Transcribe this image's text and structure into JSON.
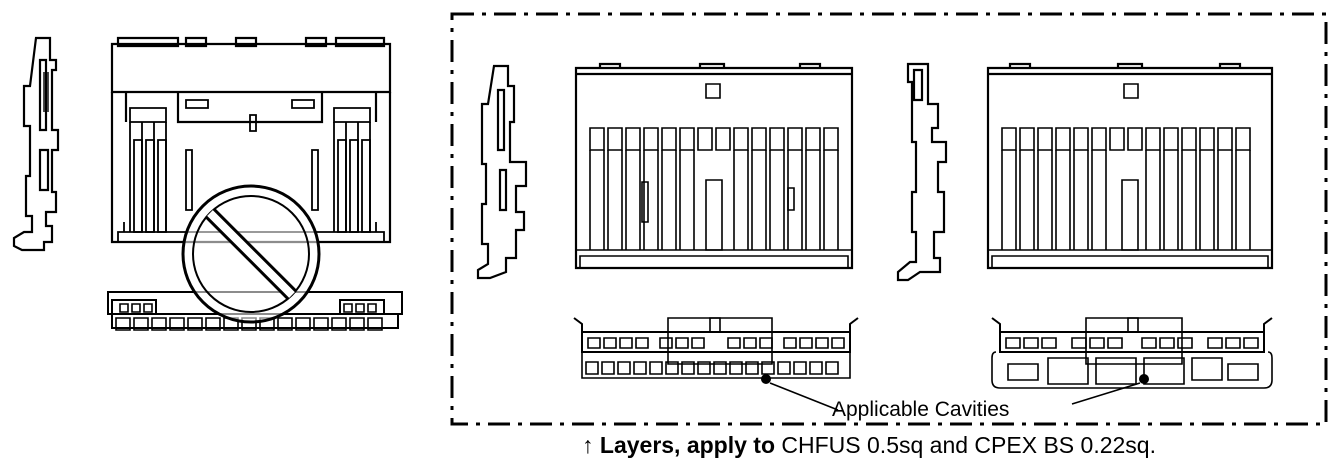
{
  "callout": {
    "text": "Applicable Cavities"
  },
  "caption": {
    "arrow": "↑",
    "bold_prefix": "Layers, apply to",
    "rest": "CHFUS 0.5sq and CPEX BS 0.22sq."
  },
  "symbols": {
    "prohibition": "prohibition-icon"
  },
  "colors": {
    "line": "#000000",
    "background": "#ffffff"
  }
}
